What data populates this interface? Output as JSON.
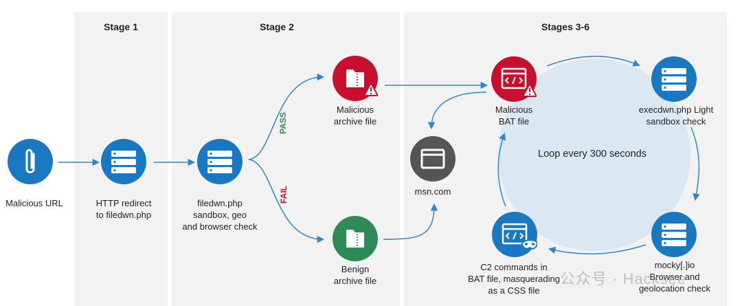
{
  "stages": {
    "stage1": "Stage 1",
    "stage2": "Stage 2",
    "stage36": "Stages 3-6"
  },
  "nodes": {
    "malicious_url": "Malicious URL",
    "http_redirect": [
      "HTTP redirect",
      "to filedwn.php"
    ],
    "filedwn": [
      "filedwn.php",
      "sandbox, geo",
      "and browser check"
    ],
    "malicious_archive": [
      "Malicious",
      "archive file"
    ],
    "benign_archive": [
      "Benign",
      "archive file"
    ],
    "msn": "msn.com",
    "malicious_bat": [
      "Malicious",
      "BAT file"
    ],
    "execdwn": [
      "execdwn.php Light",
      "sandbox check"
    ],
    "mocky": [
      "mocky[.]io",
      "Browser and",
      "geolocation check"
    ],
    "c2": [
      "C2 commands in",
      "BAT file, masquerading",
      "as a CSS file"
    ]
  },
  "edges": {
    "pass": "PASS",
    "fail": "FAIL"
  },
  "loop_text": "Loop every 300 seconds",
  "watermark": "公众号 · Hacksee",
  "colors": {
    "blue": "#1a78c2",
    "red": "#c8102e",
    "green": "#2e8b57",
    "gray": "#555555",
    "arrow": "#2f86c8",
    "pass": "#2e8b57",
    "fail": "#c8102e",
    "panel": "#f2f2f3",
    "loop_circle": "#dbe8f2"
  }
}
